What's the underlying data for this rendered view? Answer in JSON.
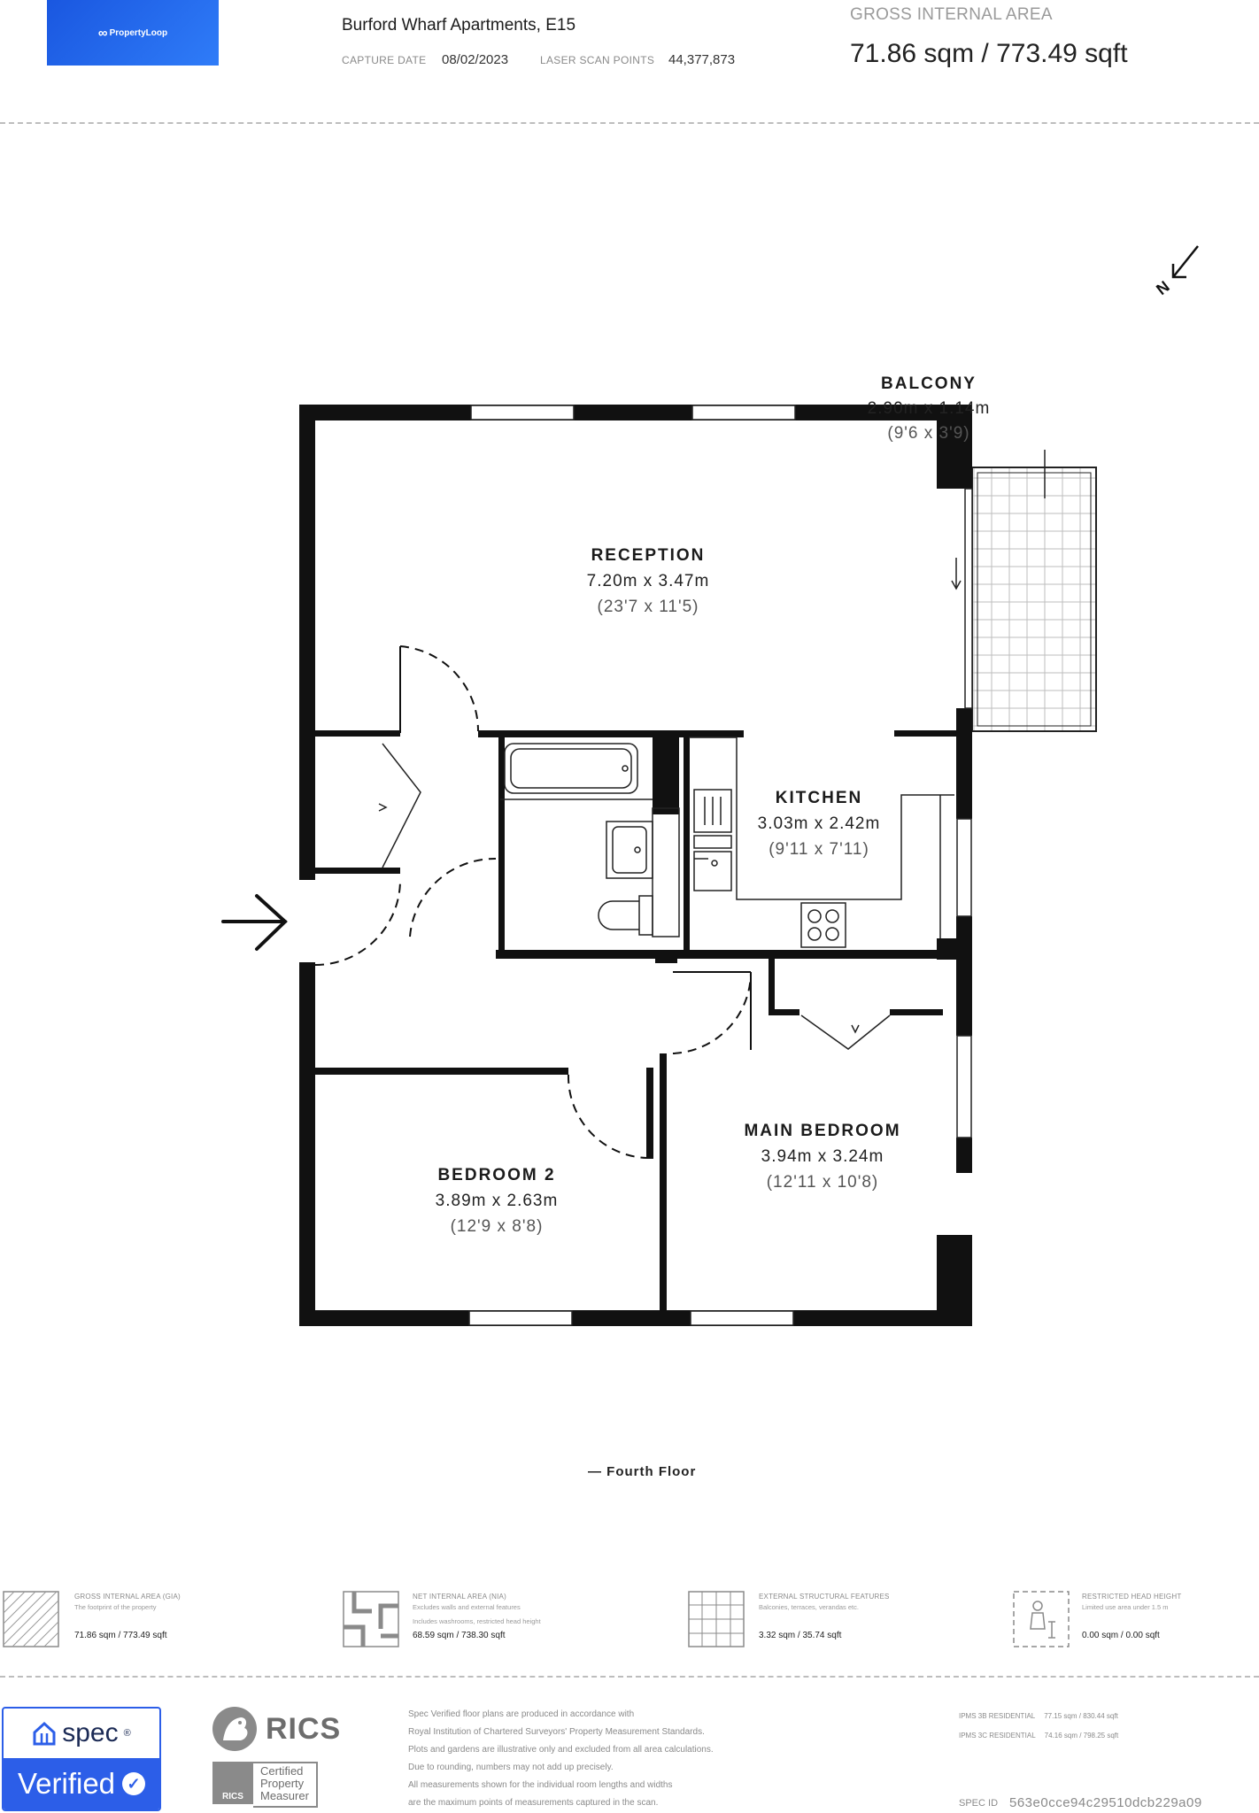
{
  "header": {
    "logo_text": "PropertyLoop",
    "property_title": "Burford Wharf Apartments, E15",
    "capture_date_label": "CAPTURE DATE",
    "capture_date": "08/02/2023",
    "laser_scan_label": "LASER SCAN POINTS",
    "laser_scan_points": "44,377,873",
    "gia_label": "GROSS INTERNAL AREA",
    "gia_value": "71.86 sqm / 773.49 sqft"
  },
  "plan": {
    "compass_letter": "N",
    "rooms": [
      {
        "name": "BALCONY",
        "metric": "2.90m x 1.14m",
        "imperial": "(9'6 x 3'9)"
      },
      {
        "name": "RECEPTION",
        "metric": "7.20m x 3.47m",
        "imperial": "(23'7 x 11'5)"
      },
      {
        "name": "KITCHEN",
        "metric": "3.03m x 2.42m",
        "imperial": "(9'11 x 7'11)"
      },
      {
        "name": "MAIN BEDROOM",
        "metric": "3.94m x 3.24m",
        "imperial": "(12'11 x 10'8)"
      },
      {
        "name": "BEDROOM 2",
        "metric": "3.89m x 2.63m",
        "imperial": "(12'9 x 8'8)"
      }
    ],
    "floor_caption": "— Fourth Floor"
  },
  "legend": [
    {
      "title": "GROSS INTERNAL AREA (GIA)",
      "desc1": "The footprint of the property",
      "desc2": "",
      "value": "71.86 sqm / 773.49 sqft"
    },
    {
      "title": "NET INTERNAL AREA (NIA)",
      "desc1": "Excludes walls and external features",
      "desc2": "Includes washrooms, restricted head height",
      "value": "68.59 sqm / 738.30 sqft"
    },
    {
      "title": "EXTERNAL STRUCTURAL FEATURES",
      "desc1": "Balconies, terraces, verandas etc.",
      "desc2": "",
      "value": "3.32 sqm / 35.74 sqft"
    },
    {
      "title": "RESTRICTED HEAD HEIGHT",
      "desc1": "Limited use area under 1.5 m",
      "desc2": "",
      "value": "0.00 sqm / 0.00 sqft"
    }
  ],
  "footer": {
    "spec_word": "spec",
    "spec_mark": "®",
    "verified_word": "Verified",
    "rics_word": "RICS",
    "rics_cert_lines": [
      "Certified",
      "Property",
      "Measurer"
    ],
    "rics_small": "RICS",
    "disclaimer": [
      "Spec Verified floor plans are produced in accordance with",
      "Royal Institution of Chartered Surveyors' Property Measurement Standards.",
      "Plots and gardens are illustrative only and excluded from all area calculations.",
      "Due to rounding, numbers may not add up precisely.",
      "All measurements shown for the individual room lengths and widths",
      "are the maximum points of measurements captured in the scan."
    ],
    "ipms": [
      {
        "label": "IPMS 3B RESIDENTIAL",
        "value": "77.15 sqm / 830.44 sqft"
      },
      {
        "label": "IPMS 3C RESIDENTIAL",
        "value": "74.16 sqm / 798.25 sqft"
      }
    ],
    "spec_id_label": "SPEC ID",
    "spec_id": "563e0cce94c29510dcb229a09"
  }
}
